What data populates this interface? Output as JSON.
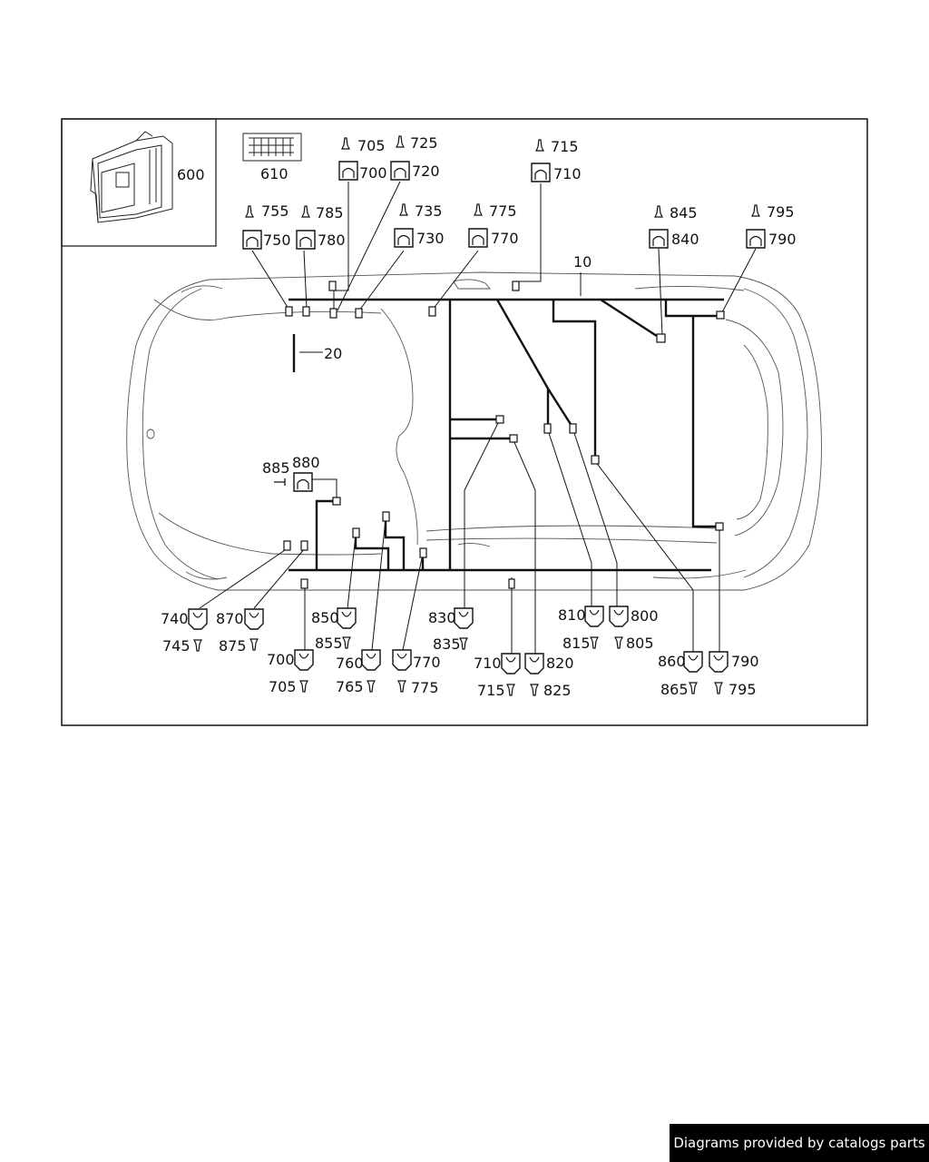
{
  "footer": "Diagrams provided by catalogs parts",
  "inset": {
    "module_label": "600",
    "fusebox_label": "610"
  },
  "harness": {
    "main_label": "10",
    "branch_label": "20"
  },
  "top_connectors": [
    {
      "id": "t1",
      "conn": "750",
      "term": "755"
    },
    {
      "id": "t2",
      "conn": "780",
      "term": "785"
    },
    {
      "id": "t3",
      "conn": "700",
      "term": "705"
    },
    {
      "id": "t4",
      "conn": "720",
      "term": "725"
    },
    {
      "id": "t5",
      "conn": "730",
      "term": "735"
    },
    {
      "id": "t6",
      "conn": "770",
      "term": "775"
    },
    {
      "id": "t7",
      "conn": "710",
      "term": "715"
    },
    {
      "id": "t8",
      "conn": "840",
      "term": "845"
    },
    {
      "id": "t9",
      "conn": "790",
      "term": "795"
    }
  ],
  "mid_connector": {
    "conn": "880",
    "term": "885"
  },
  "bottom_connectors": [
    {
      "id": "b1",
      "conn": "740",
      "term": "745"
    },
    {
      "id": "b2",
      "conn": "870",
      "term": "875"
    },
    {
      "id": "b3",
      "conn": "700",
      "term": "705"
    },
    {
      "id": "b4",
      "conn": "850",
      "term": "855"
    },
    {
      "id": "b5",
      "conn": "760",
      "term": "765"
    },
    {
      "id": "b6",
      "conn": "770",
      "term": "775"
    },
    {
      "id": "b7",
      "conn": "830",
      "term": "835"
    },
    {
      "id": "b8",
      "conn": "710",
      "term": "715"
    },
    {
      "id": "b9",
      "conn": "820",
      "term": "825"
    },
    {
      "id": "b10",
      "conn": "810",
      "term": "815"
    },
    {
      "id": "b11",
      "conn": "800",
      "term": "805"
    },
    {
      "id": "b12",
      "conn": "860",
      "term": "865"
    },
    {
      "id": "b13",
      "conn": "790",
      "term": "795"
    }
  ]
}
